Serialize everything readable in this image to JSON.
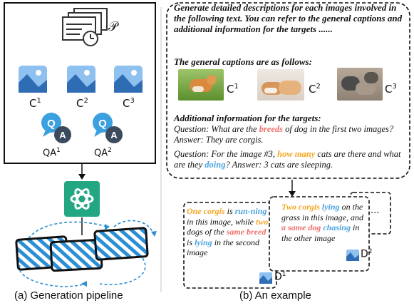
{
  "left_panel": {
    "p_label": "𝒫",
    "images": [
      {
        "label_base": "C",
        "label_sup": "1"
      },
      {
        "label_base": "C",
        "label_sup": "2"
      },
      {
        "label_base": "C",
        "label_sup": "3"
      }
    ],
    "qa": [
      {
        "label_base": "QA",
        "label_sup": "1"
      },
      {
        "label_base": "QA",
        "label_sup": "2"
      }
    ],
    "caption": "(a) Generation pipeline"
  },
  "right_panel": {
    "prompt_intro": "Generate detailed descriptions for each images involved in the following text. You can refer to the general captions and additional information for the targets ......",
    "captions_header": "The general captions are as follows:",
    "caption_labels": [
      {
        "base": "C",
        "sup": "1"
      },
      {
        "base": "C",
        "sup": "2"
      },
      {
        "base": "C",
        "sup": "3"
      }
    ],
    "additional_header": "Additional information for the targets:",
    "qa1": {
      "q_before": "Question: What are the ",
      "q_key": "breeds",
      "q_after": " of dog in the first two images? Answer: They are corgis."
    },
    "qa2": {
      "q_before": "Question: For the image #3,  ",
      "q_key1": "how many",
      "q_mid": " cats are there and what are they ",
      "q_key2": "doing",
      "q_after": "? Answer: 3 cats are sleeping."
    },
    "desc1": {
      "w1": "One corgis",
      "w2": " is ",
      "w3": "run-ning",
      "w4": " in this image, while ",
      "w5": "two",
      "w6": " dogs of the ",
      "w7": "same breed",
      "w8": " is ",
      "w9": "lying",
      "w10": " in the second image",
      "label_base": "D",
      "label_sup": "1"
    },
    "desc2": {
      "w1": "Two corgis",
      "w2": " ",
      "w3": "lying",
      "w4": " on the grass in this image, and ",
      "w5": "a same dog",
      "w6": " ",
      "w7": "chasing",
      "w8": " in the other image",
      "label_base": "D",
      "label_sup": "2"
    },
    "ellipsis": "...",
    "caption": "(b) An  example"
  },
  "colors": {
    "highlight_red": "#ef6f6c",
    "highlight_orange": "#f5a623",
    "highlight_blue": "#4aa3df",
    "gpt_green": "#23a682",
    "image_icon_blue": "#3f7fd0"
  }
}
